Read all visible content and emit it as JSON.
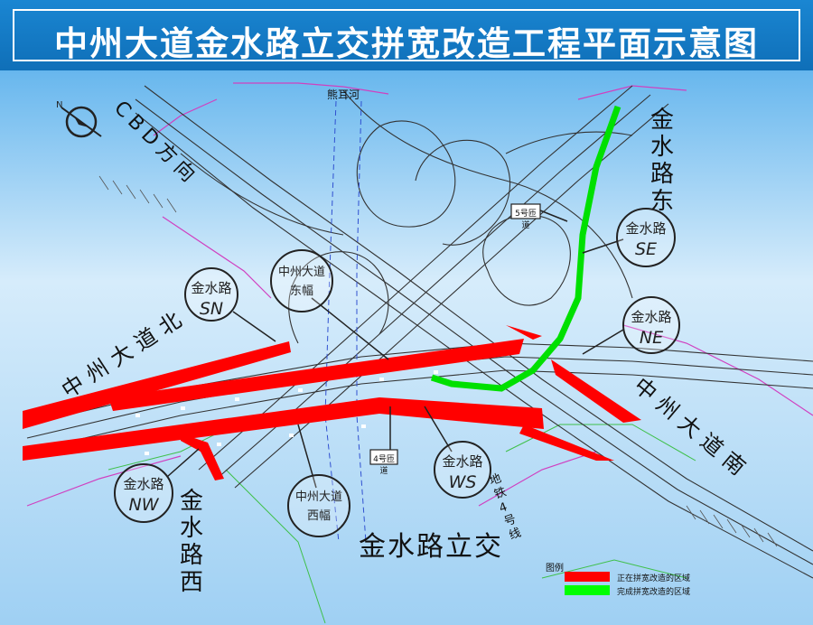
{
  "title": "中州大道金水路立交拼宽改造工程平面示意图",
  "labels": {
    "river": "熊耳河",
    "cbd": "CBD方向",
    "jinshui_east": "金水路东",
    "jinshui_west": "金水路西",
    "zhongzhou_north": "中州大道北",
    "zhongzhou_south": "中州大道南",
    "interchange": "金水路立交",
    "metro": "地铁4号线",
    "ramp_tag_top": "5号匝道",
    "ramp_tag_bottom": "4号匝道"
  },
  "callouts": {
    "sn": {
      "top": "金水路",
      "bottom": "SN"
    },
    "se": {
      "top": "金水路",
      "bottom": "SE"
    },
    "ne": {
      "top": "金水路",
      "bottom": "NE"
    },
    "ws": {
      "top": "金水路",
      "bottom": "WS"
    },
    "nw": {
      "top": "金水路",
      "bottom": "NW"
    },
    "east_half": {
      "top": "中州大道",
      "bottom": "东幅"
    },
    "west_half": {
      "top": "中州大道",
      "bottom": "西幅"
    }
  },
  "legend": {
    "title": "图例",
    "items": [
      {
        "label": "正在拼宽改造的区域",
        "color": "#ff0000"
      },
      {
        "label": "完成拼宽改造的区域",
        "color": "#00ff00"
      }
    ]
  },
  "colors": {
    "title_bar": "#1a86d2",
    "in_progress": "#ff0000",
    "completed": "#00ff00",
    "road": "#333333",
    "boundary": "#d040c0"
  }
}
